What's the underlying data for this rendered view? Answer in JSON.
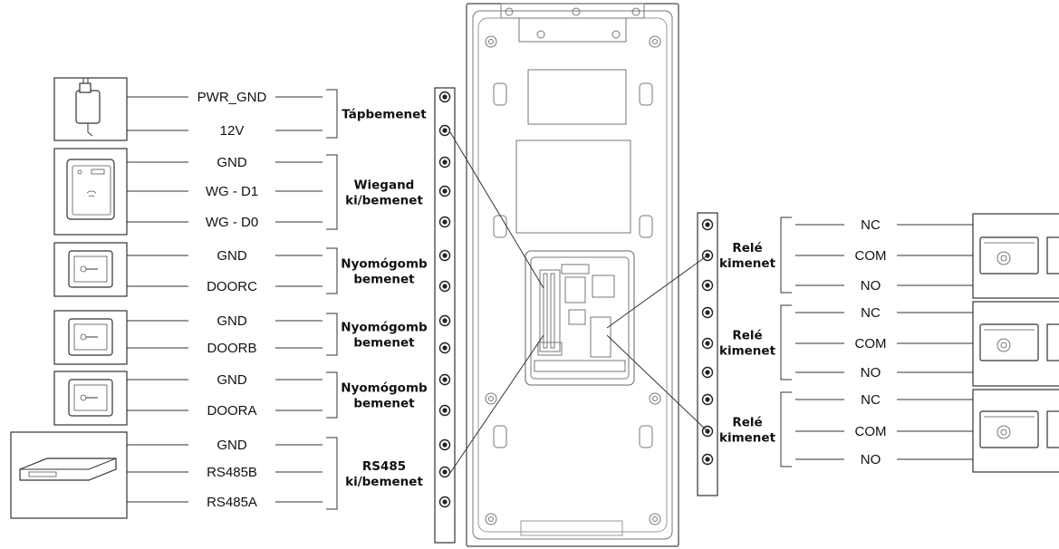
{
  "left_groups": [
    {
      "label": [
        "Tápbemenet"
      ],
      "pins": [
        "PWR_GND",
        "12V"
      ]
    },
    {
      "label": [
        "Wiegand",
        "ki/bemenet"
      ],
      "pins": [
        "GND",
        "WG - D1",
        "WG - D0"
      ]
    },
    {
      "label": [
        "Nyomógomb",
        "bemenet"
      ],
      "pins": [
        "GND",
        "DOORC"
      ]
    },
    {
      "label": [
        "Nyomógomb",
        "bemenet"
      ],
      "pins": [
        "GND",
        "DOORB"
      ]
    },
    {
      "label": [
        "Nyomógomb",
        "bemenet"
      ],
      "pins": [
        "GND",
        "DOORA"
      ]
    },
    {
      "label": [
        "RS485",
        "ki/bemenet"
      ],
      "pins": [
        "GND",
        "RS485B",
        "RS485A"
      ]
    }
  ],
  "right_groups": [
    {
      "label": [
        "Relé",
        "kimenet"
      ],
      "pins": [
        "NC",
        "COM",
        "NO"
      ]
    },
    {
      "label": [
        "Relé",
        "kimenet"
      ],
      "pins": [
        "NC",
        "COM",
        "NO"
      ]
    },
    {
      "label": [
        "Relé",
        "kimenet"
      ],
      "pins": [
        "NC",
        "COM",
        "NO"
      ]
    }
  ],
  "devices": {
    "left": [
      "power-adapter-icon",
      "card-reader-icon",
      "exit-button-icon",
      "exit-button-icon",
      "exit-button-icon",
      "rs485-device-icon"
    ],
    "right": [
      "electric-lock-icon",
      "electric-lock-icon",
      "electric-lock-icon"
    ]
  },
  "colors": {
    "line": "#333333",
    "panel": "#888888"
  }
}
